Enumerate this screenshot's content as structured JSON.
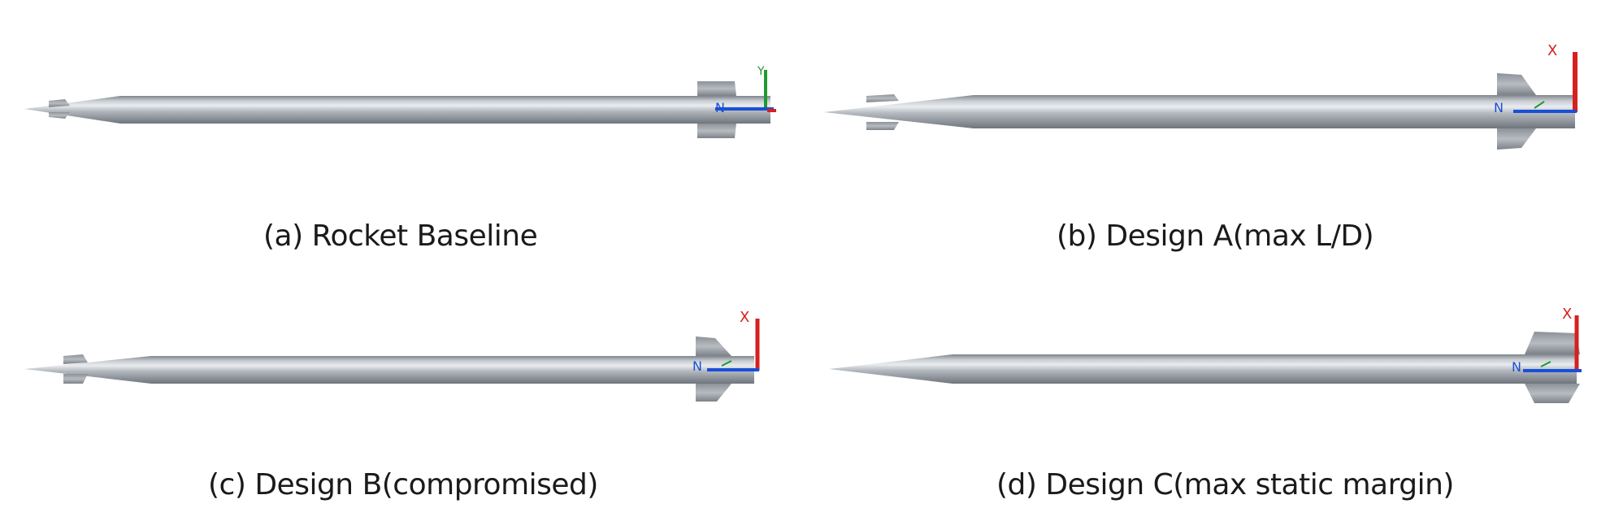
{
  "panels": [
    {
      "caption": "(a) Rocket Baseline",
      "axes": [
        "N",
        "Y"
      ],
      "axis_colors": {
        "primary": "#1a4fd6",
        "secondary": "#1f9a2e",
        "tertiary": "#d6201f"
      }
    },
    {
      "caption": "(b) Design A(max L/D)",
      "axes": [
        "N",
        "X"
      ],
      "axis_colors": {
        "primary": "#1a4fd6",
        "secondary": "#1f9a2e",
        "tertiary": "#d6201f"
      }
    },
    {
      "caption": "(c) Design B(compromised)",
      "axes": [
        "N",
        "X"
      ],
      "axis_colors": {
        "primary": "#1a4fd6",
        "secondary": "#1f9a2e",
        "tertiary": "#d6201f"
      }
    },
    {
      "caption": "(d) Design C(max static margin)",
      "axes": [
        "N",
        "X"
      ],
      "axis_colors": {
        "primary": "#1a4fd6",
        "secondary": "#1f9a2e",
        "tertiary": "#d6201f"
      }
    }
  ]
}
